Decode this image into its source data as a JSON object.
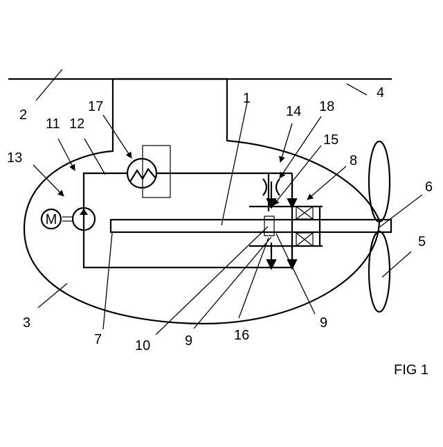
{
  "figure": {
    "caption": "FIG 1",
    "motor_symbol": "M",
    "reference_numerals": {
      "n1": "1",
      "n2": "2",
      "n3": "3",
      "n4": "4",
      "n5": "5",
      "n6": "6",
      "n7": "7",
      "n8": "8",
      "n9a": "9",
      "n9b": "9",
      "n10": "10",
      "n11": "11",
      "n12": "12",
      "n13": "13",
      "n14": "14",
      "n15": "15",
      "n16": "16",
      "n17": "17",
      "n18": "18"
    }
  }
}
